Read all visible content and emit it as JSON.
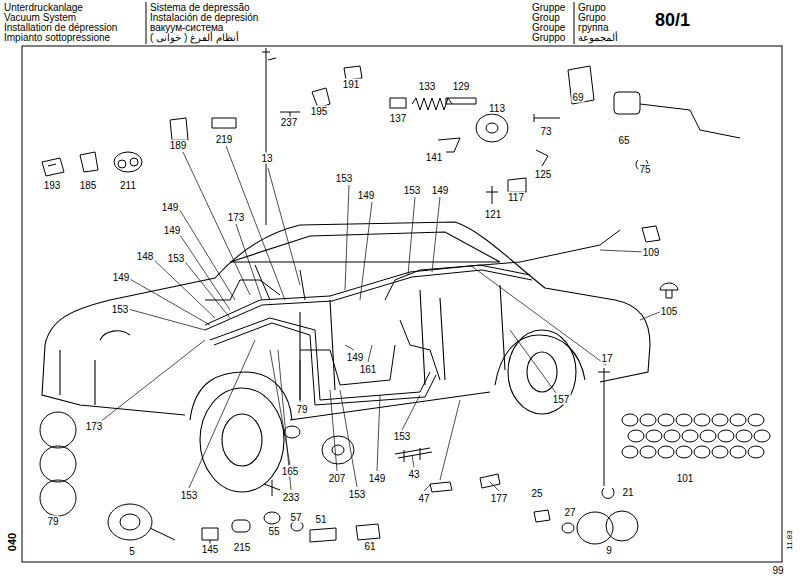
{
  "diagram": {
    "labels": [
      "Unterdruckanlage",
      "Vacuum System",
      "Installation de dépression",
      "Impianto sottopressione",
      "Sistema de depressão",
      "Instalación de depresión",
      "вакуум-система",
      "أنظام ألفرغ ( خوانى )",
      "Gruppe",
      "Group",
      "Groupe",
      "Gruppo",
      "Grupo",
      "Grupo",
      "группа",
      "ألمجموعة",
      "80/1",
      "193",
      "185",
      "211",
      "189",
      "219",
      "13",
      "237",
      "195",
      "191",
      "137",
      "133",
      "129",
      "113",
      "69",
      "65",
      "73",
      "75",
      "141",
      "117",
      "125",
      "121",
      "153",
      "149",
      "153",
      "149",
      "149",
      "173",
      "149",
      "148",
      "153",
      "149",
      "153",
      "109",
      "105",
      "149",
      "161",
      "79",
      "157",
      "17",
      "173",
      "153",
      "101",
      "207",
      "149",
      "43",
      "165",
      "153",
      "47",
      "177",
      "79",
      "153",
      "233",
      "25",
      "21",
      "27",
      "57",
      "51",
      "55",
      "145",
      "215",
      "61",
      "5",
      "9",
      "040",
      "11.83",
      "99"
    ]
  }
}
